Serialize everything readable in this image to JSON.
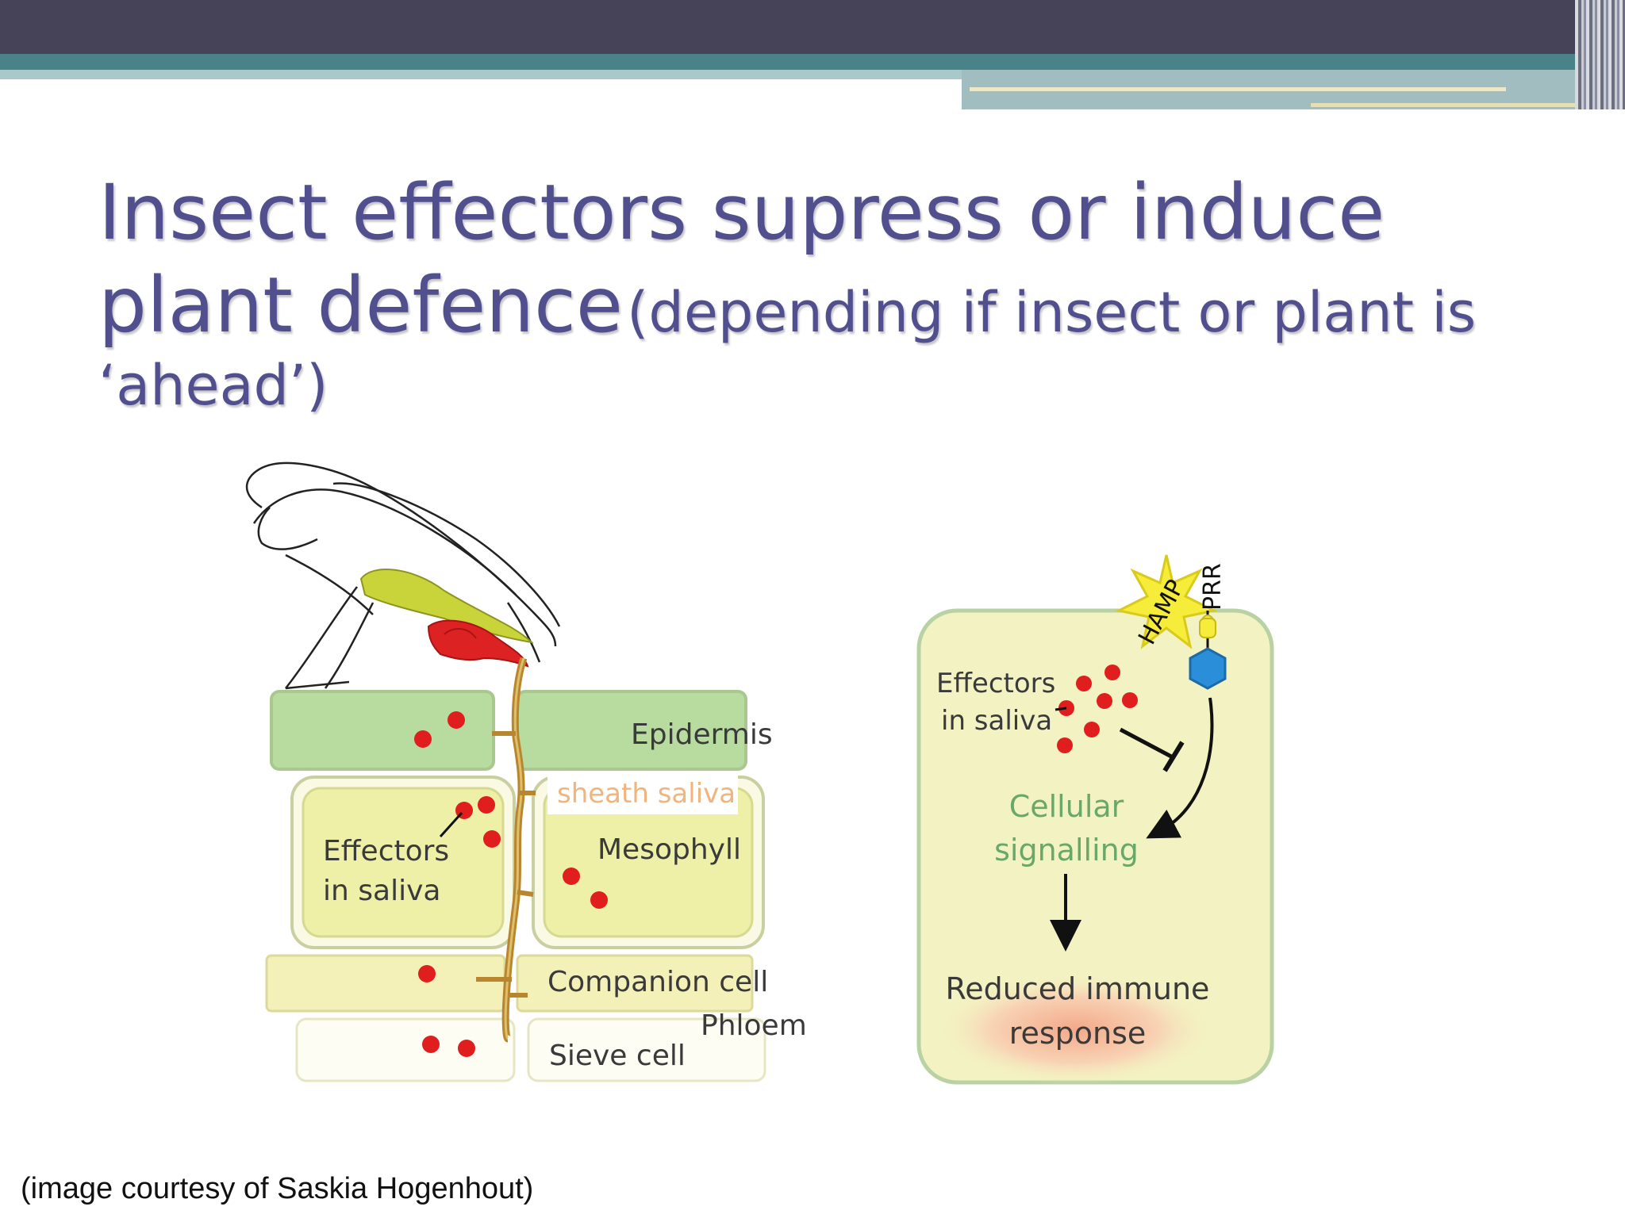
{
  "slide": {
    "title_line1": "Insect effectors supress or induce",
    "title_line2_main": "plant defence",
    "title_line2_paren": "(depending if insect or plant is",
    "title_line3": "‘ahead’)",
    "credit": "(image courtesy of Saskia Hogenhout)"
  },
  "left_diagram": {
    "epidermis": "Epidermis",
    "sheath_saliva": "sheath saliva",
    "effectors_line1": "Effectors",
    "effectors_line2": "in saliva",
    "mesophyll": "Mesophyll",
    "companion_cell": "Companion cell",
    "phloem": "Phloem",
    "sieve_cell": "Sieve cell"
  },
  "right_diagram": {
    "hamp": "HAMP",
    "prr": "PRR",
    "effectors_line1": "Effectors",
    "effectors_line2": "in saliva",
    "cellular_line1": "Cellular",
    "cellular_line2": "signalling",
    "reduced_line1": "Reduced immune",
    "reduced_line2": "response"
  },
  "colors": {
    "title": "#524f8f",
    "epidermis_fill": "#b8dca0",
    "mesophyll_fill": "#eef0a8",
    "effector_dot": "#e01e1e",
    "stylet": "#b8862e",
    "cell_fill": "#f3f2c2",
    "signalling_text": "#6aa86a",
    "receptor_hex": "#2a8fd8"
  }
}
